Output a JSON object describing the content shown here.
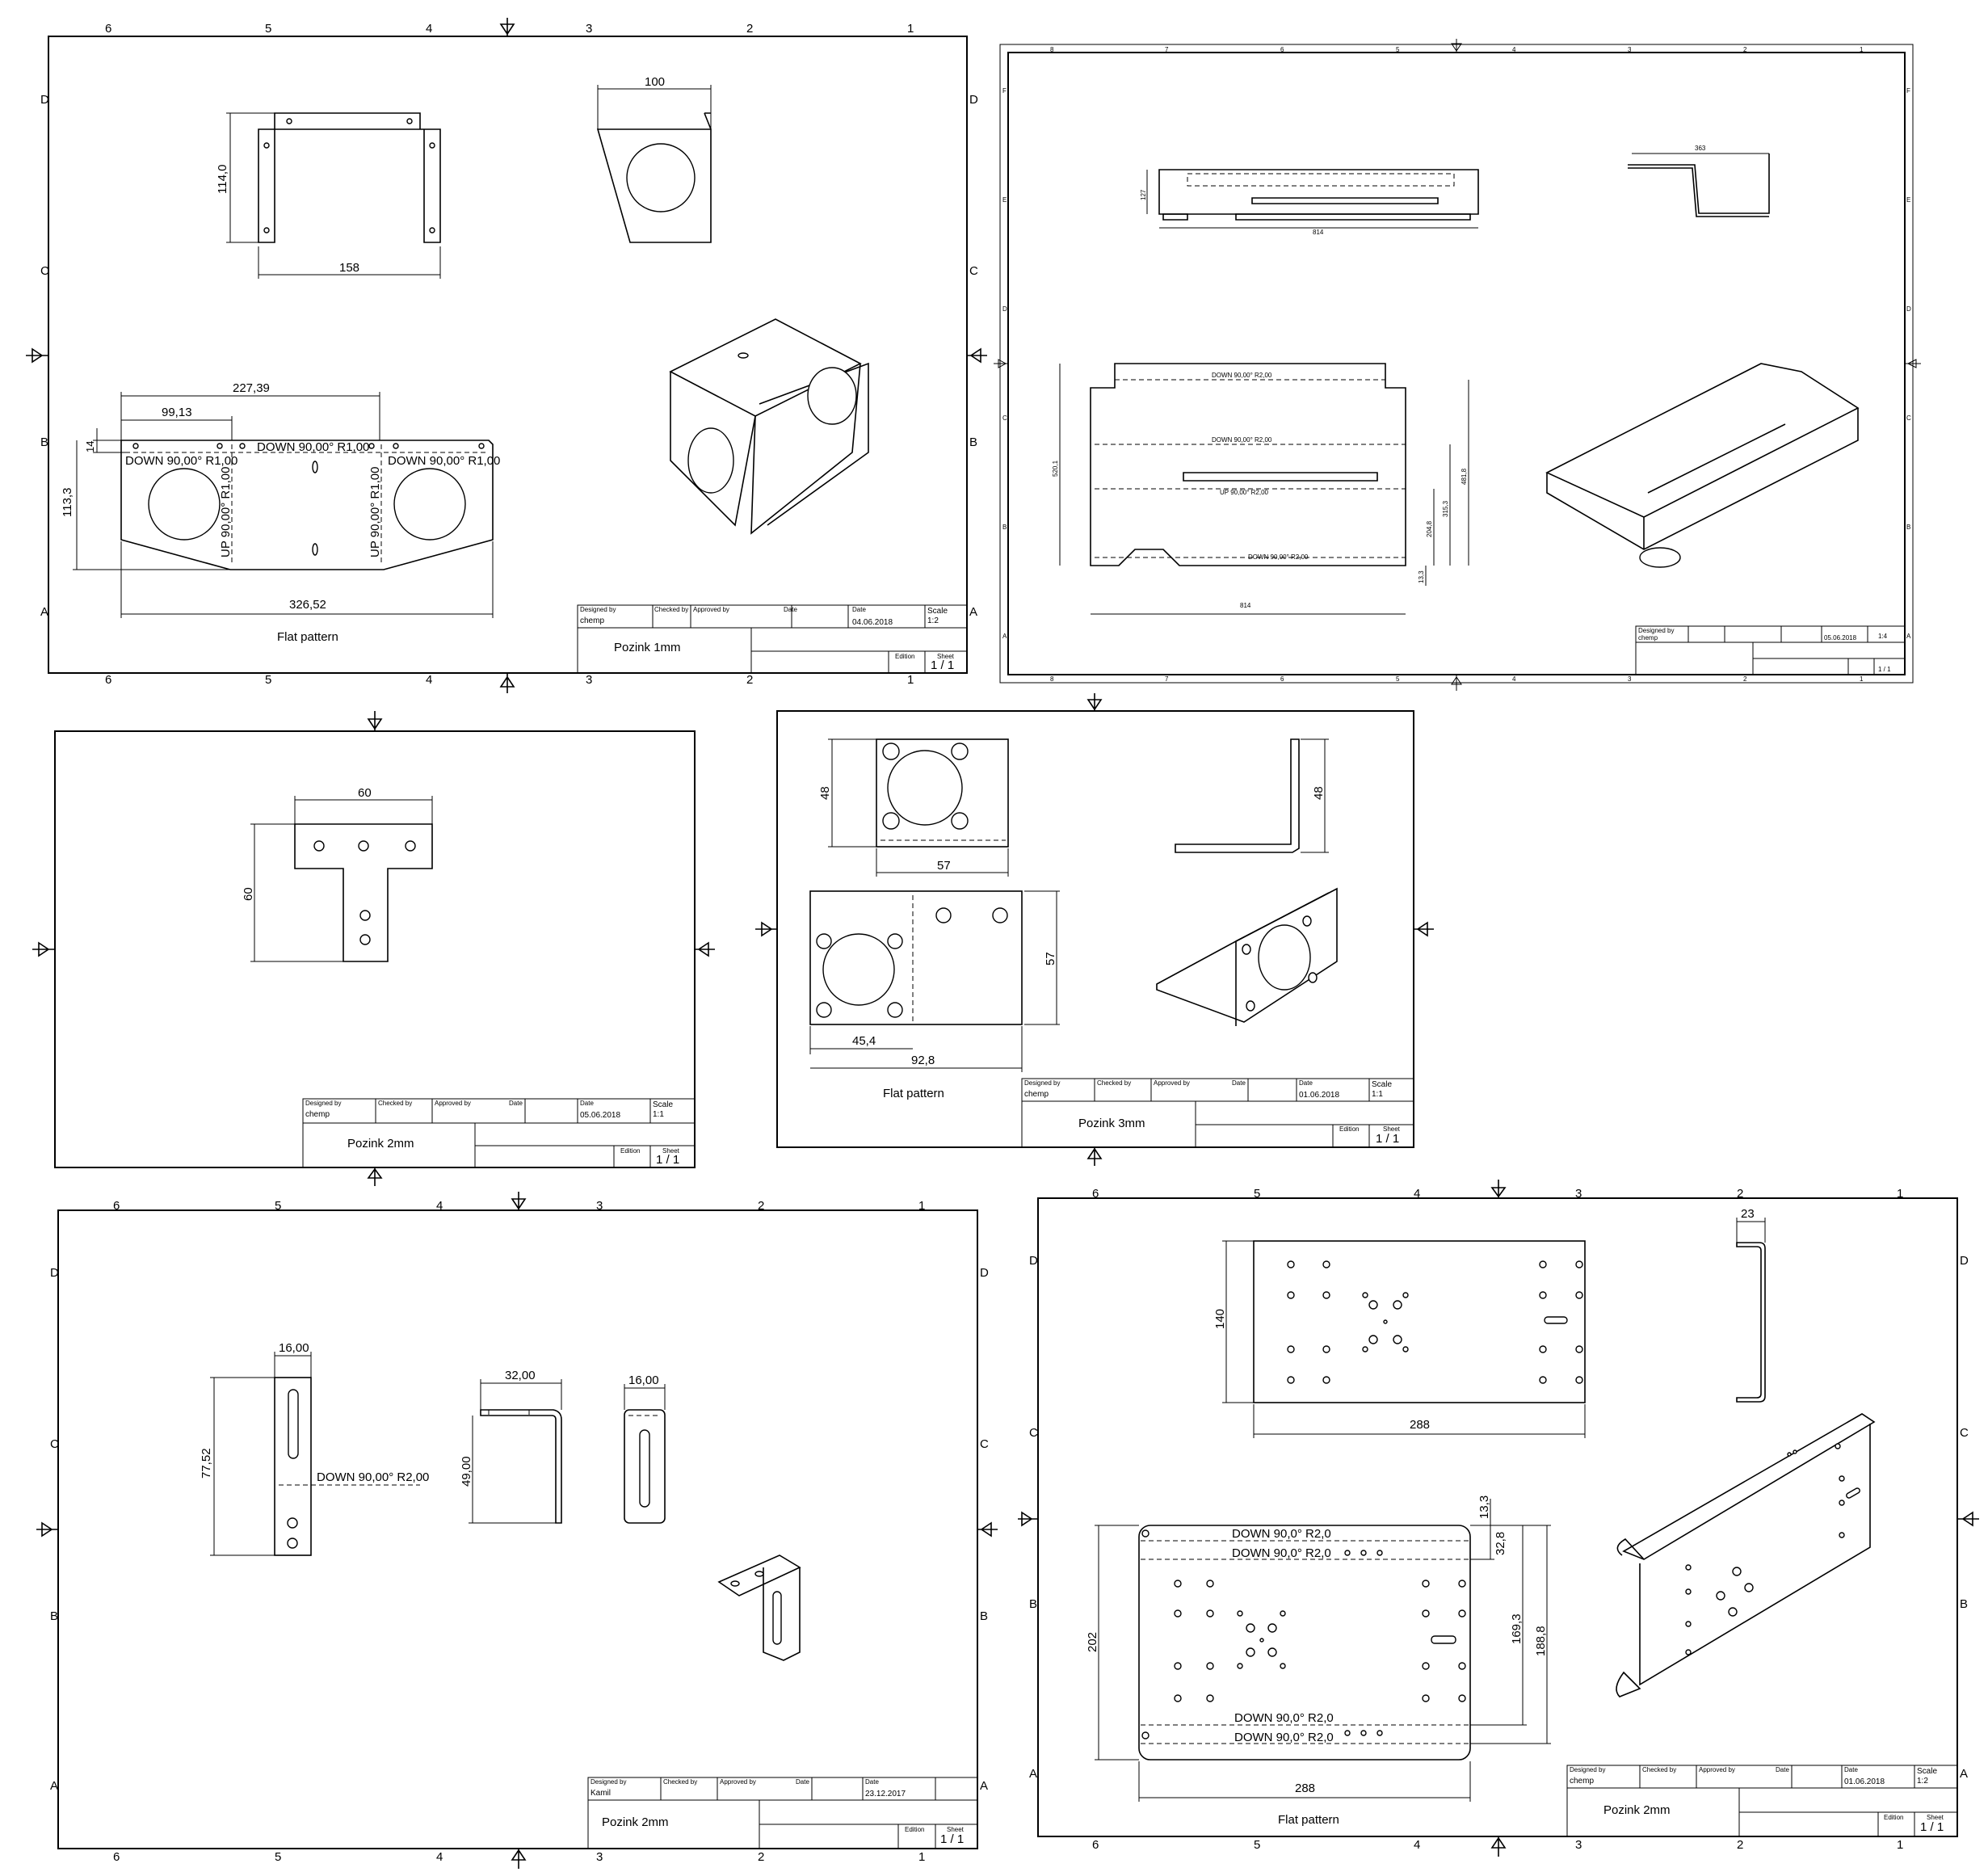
{
  "sheets": [
    {
      "part": "Pozink 1mm",
      "designed_by": "chemp",
      "date": "04.06.2018",
      "scale": "1:2",
      "sheet_no": "1 / 1",
      "flat_pattern_label": "Flat pattern",
      "dims": [
        "114,0",
        "158",
        "100",
        "227,39",
        "99,13",
        "14",
        "113,3",
        "326,52"
      ],
      "bend_notes": [
        "DOWN 90,00° R1,00",
        "DOWN 90,00° R1,00",
        "DOWN 90,00° R1,00",
        "UP 90,00° R1,00",
        "UP 90,00° R1,00"
      ]
    },
    {
      "part": "",
      "designed_by": "chemp",
      "date": "05.06.2018",
      "scale": "1:4",
      "sheet_no": "1 / 1",
      "dims": [
        "127",
        "814",
        "363",
        "520,1",
        "481,8",
        "315,3",
        "204,8",
        "13,3",
        "814"
      ],
      "bend_notes": [
        "DOWN 90,00° R2,00",
        "DOWN 90,00° R2,00",
        "UP 90,00° R2,00",
        "DOWN 90,00° R2,00"
      ]
    },
    {
      "part": "Pozink 2mm",
      "designed_by": "chemp",
      "date": "05.06.2018",
      "scale": "1:1",
      "sheet_no": "1 / 1",
      "dims": [
        "60",
        "60"
      ]
    },
    {
      "part": "Pozink 3mm",
      "designed_by": "chemp",
      "date": "01.06.2018",
      "scale": "1:1",
      "sheet_no": "1 / 1",
      "flat_pattern_label": "Flat pattern",
      "dims": [
        "48",
        "57",
        "48",
        "57",
        "45,4",
        "92,8"
      ]
    },
    {
      "part": "Pozink 2mm",
      "designed_by": "Kamil",
      "date": "23.12.2017",
      "scale": "",
      "sheet_no": "1 / 1",
      "dims": [
        "16,00",
        "77,52",
        "32,00",
        "49,00",
        "16,00"
      ],
      "bend_notes": [
        "DOWN 90,00° R2,00"
      ]
    },
    {
      "part": "Pozink 2mm",
      "designed_by": "chemp",
      "date": "01.06.2018",
      "scale": "1:2",
      "sheet_no": "1 / 1",
      "flat_pattern_label": "Flat pattern",
      "dims": [
        "140",
        "288",
        "23",
        "13,3",
        "32,8",
        "202",
        "169,3",
        "188,8",
        "288"
      ],
      "bend_notes": [
        "DOWN 90,0° R2,0",
        "DOWN 90,0° R2,0",
        "DOWN 90,0° R2,0",
        "DOWN 90,0° R2,0"
      ]
    }
  ],
  "title_block_labels": {
    "designed_by": "Designed by",
    "checked_by": "Checked by",
    "approved_by": "Approved by",
    "date": "Date",
    "scale": "Scale",
    "edition": "Edition",
    "sheet": "Sheet"
  },
  "zone_letters_4": [
    "D",
    "C",
    "B",
    "A"
  ],
  "zone_letters_6": [
    "F",
    "E",
    "D",
    "C",
    "B",
    "A"
  ],
  "zone_numbers_6": [
    "6",
    "5",
    "4",
    "3",
    "2",
    "1"
  ],
  "zone_numbers_8": [
    "8",
    "7",
    "6",
    "5",
    "4",
    "3",
    "2",
    "1"
  ]
}
